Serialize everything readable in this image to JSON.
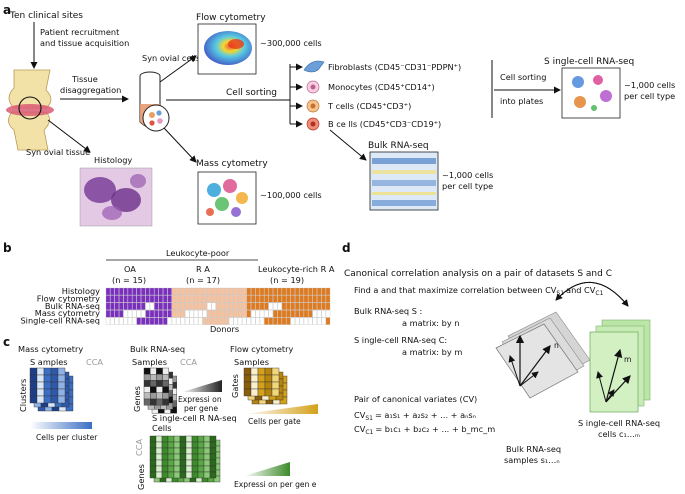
{
  "panel_a": {
    "label": "a",
    "sites": "Ten clinical sites",
    "recruit_line1": "Patient recruitment",
    "recruit_line2": "and tissue acquisition",
    "disagg_line1": "Tissue",
    "disagg_line2": "disaggregation",
    "synovial_cells": "Syn ovial cells",
    "synovial_tissue": "Syn ovial tissue",
    "histology": "Histology",
    "flow_title": "Flow cytometry",
    "flow_count": "~300,000 cells",
    "mass_title": "Mass cytometry",
    "mass_count": "~100,000 cells",
    "cell_sorting": "Cell sorting",
    "cell_types": [
      {
        "name": "Fibroblasts (CD45",
        "tail": "CD31",
        "tail2": "PDPN",
        "sup": "−",
        "color": "#6a9fd8"
      },
      {
        "name": "Monocytes (CD45",
        "tail": "CD14",
        "sup": "+",
        "color": "#e79ac0"
      },
      {
        "name": "T cells (CD45",
        "tail": "CD3",
        "sup": "+",
        "color": "#e8a061"
      },
      {
        "name": "B ce lls (CD45",
        "tail": "CD3",
        "tail2": "CD19",
        "sup": "−",
        "color": "#e0533d"
      }
    ],
    "fib_label": "Fibroblasts (CD45⁻CD31⁻PDPN⁺)",
    "mono_label": "Monocytes (CD45⁺CD14⁺)",
    "t_label": "T cells (CD45⁺CD3⁺)",
    "b_label": "B ce lls (CD45⁺CD3⁻CD19⁺)",
    "scrna_title": "S ingle-cell RNA-seq",
    "scrna_sort_line1": "Cell sorting",
    "scrna_sort_line2": "into plates",
    "scrna_count_line1": "~1,000 cells",
    "scrna_count_line2": "per cell type",
    "bulk_title": "Bulk RNA-seq",
    "bulk_count_line1": "~1,000 cells",
    "bulk_count_line2": "per cell type"
  },
  "panel_b": {
    "label": "b",
    "leukocyte_poor": "Leukocyte-poor",
    "oa": "OA",
    "oa_n": "(n = 15)",
    "ra": "R A",
    "ra_n": "(n = 17)",
    "leuk_rich": "Leukocyte-rich R A",
    "leuk_rich_n": "(n = 19)",
    "rows": [
      "Histology",
      "Flow cytometry",
      "Bulk RNA-seq",
      "Mass cytometry",
      "Single-cell RNA-seq"
    ],
    "donors": "Donors",
    "colors": {
      "oa": "#7a2fbf",
      "ra": "#f5c19e",
      "rich": "#e07a1f"
    }
  },
  "panel_c": {
    "label": "c",
    "mass_title": "Mass cytometry",
    "samples": "S amples",
    "cca": "CCA",
    "clusters": "Clusters",
    "cells_per_cluster": "Cells per cluster",
    "bulk_title": "Bulk RNA-seq",
    "samples2": "Samples",
    "cca2": "CCA",
    "genes": "Genes",
    "expr_gene": "Expressi on",
    "expr_gene2": "per gene",
    "flow_title": "Flow cytometry",
    "samples3": "Samples",
    "gates": "Gates",
    "cells_per_gate": "Cells per gate",
    "cca3": "CCA",
    "sc_title": "S ingle-cell R NA-seq",
    "cells": "Cells",
    "genes2": "Genes",
    "expr_gene_sc": "Expressi on per gen e"
  },
  "panel_d": {
    "label": "d",
    "title": "Canonical correlation analysis on a pair of datasets S and C",
    "find_line": "Find a and    that maximize correlation between CV",
    "cv_s_sub": "S1",
    "and": "and CV",
    "cv_c_sub": "C1",
    "bulk_s": "Bulk RNA-seq S :",
    "bulk_matrix": "a matrix:   by n",
    "sc_c": "S ingle-cell RNA-seq C:",
    "sc_matrix": "a matrix:   by m",
    "pair_title": "Pair of canonical variates (CV)",
    "cv_s_eq": "= a₁s₁ + a₂s₂ + ... + aₙsₙ",
    "cv_c_eq": "= b₁c₁ + b₂c₂ + ... + b_mc_m",
    "cv_prefix": "CV",
    "cv_s1": "S1",
    "cv_c1": "C1",
    "bulk_samples_line1": "Bulk RNA-seq",
    "bulk_samples_line2": "samples s₁…ₙ",
    "sc_cells_line1": "S ingle-cell RNA-seq",
    "sc_cells_line2": "cells c₁…ₘ",
    "n": "n",
    "m": "m"
  }
}
